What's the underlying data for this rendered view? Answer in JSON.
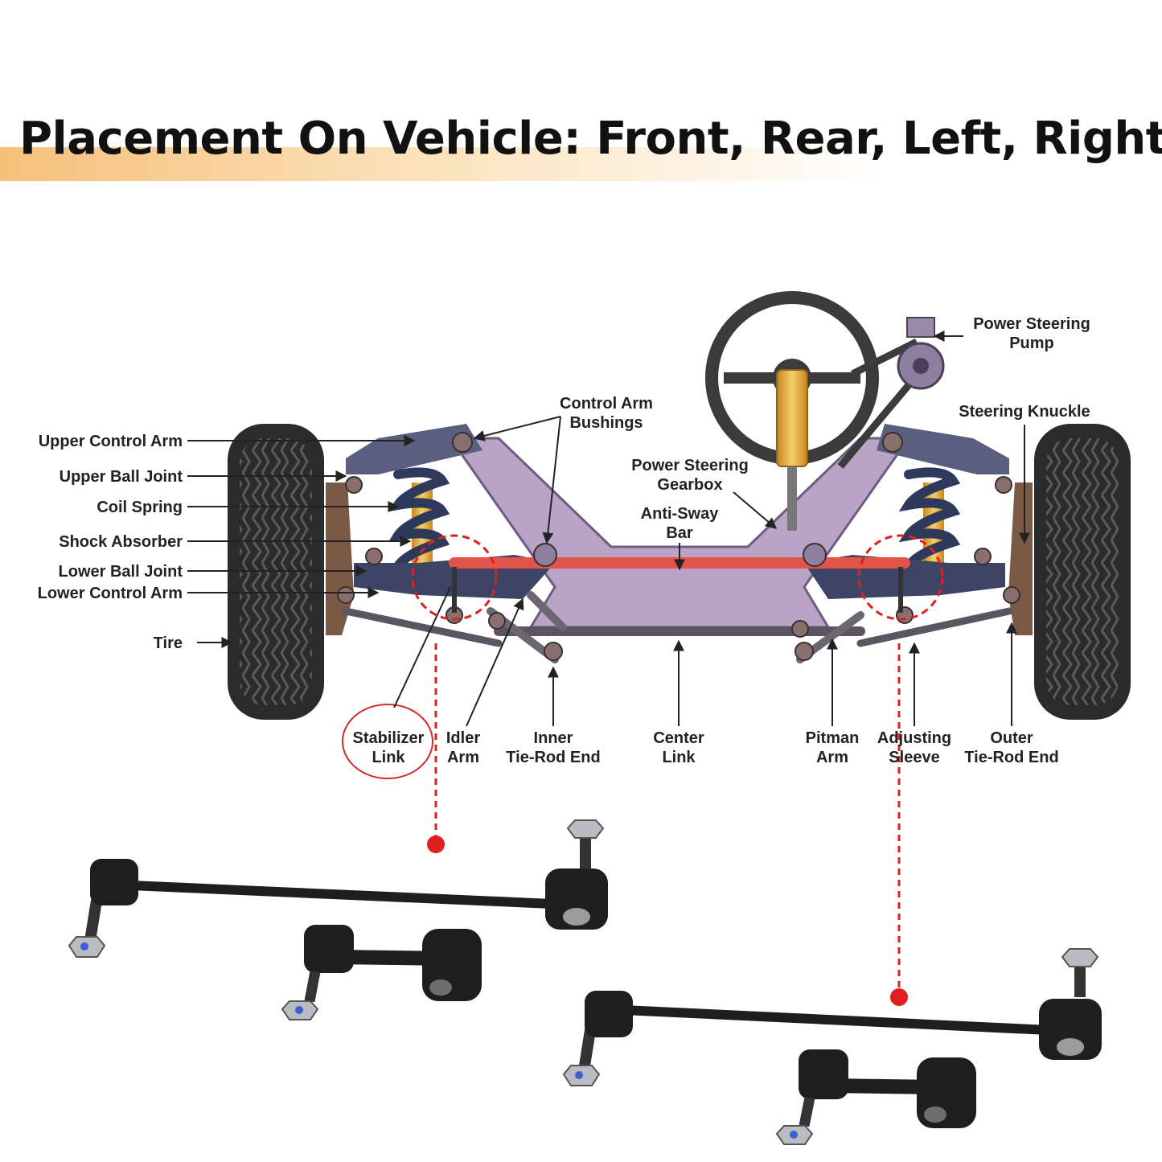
{
  "title": "Placement On Vehicle: Front, Rear, Left, Right",
  "colors": {
    "accent_band": "#f6c07a",
    "frame": "#b9a3c6",
    "control_arm": "#5a5f80",
    "anti_sway_bar": "#e2534a",
    "spring": "#2e3a5c",
    "shock": "#e8a52c",
    "highlight": "#e02020",
    "tire": "#2b2b2b"
  },
  "labels": {
    "upper_control_arm": "Upper Control Arm",
    "upper_ball_joint": "Upper Ball Joint",
    "coil_spring": "Coil Spring",
    "shock_absorber": "Shock Absorber",
    "lower_ball_joint": "Lower Ball Joint",
    "lower_control_arm": "Lower Control Arm",
    "tire": "Tire",
    "control_arm_bushings": [
      "Control Arm",
      "Bushings"
    ],
    "power_steering_gearbox": [
      "Power Steering",
      "Gearbox"
    ],
    "anti_sway_bar": [
      "Anti-Sway",
      "Bar"
    ],
    "power_steering_pump": [
      "Power Steering",
      "Pump"
    ],
    "steering_knuckle": "Steering Knuckle",
    "stabilizer_link": [
      "Stabilizer",
      "Link"
    ],
    "idler_arm": [
      "Idler",
      "Arm"
    ],
    "inner_tie_rod_end": [
      "Inner",
      "Tie-Rod End"
    ],
    "center_link": [
      "Center",
      "Link"
    ],
    "pitman_arm": [
      "Pitman",
      "Arm"
    ],
    "adjusting_sleeve": [
      "Adjusting",
      "Sleeve"
    ],
    "outer_tie_rod_end": [
      "Outer",
      "Tie-Rod End"
    ]
  }
}
